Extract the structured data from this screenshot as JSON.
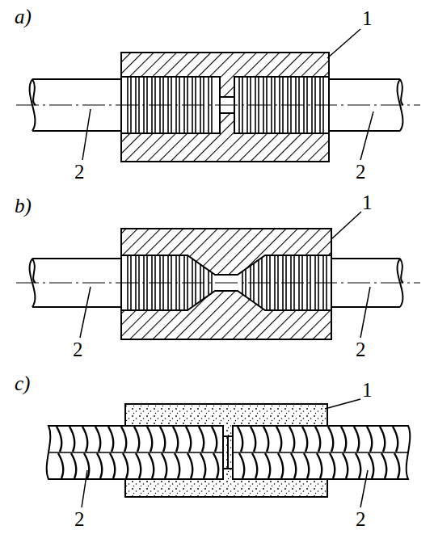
{
  "diagram": {
    "labels": [
      "a)",
      "1",
      "2",
      "2",
      "b)",
      "1",
      "2",
      "2",
      "c)",
      "1",
      "2",
      "2"
    ]
  }
}
